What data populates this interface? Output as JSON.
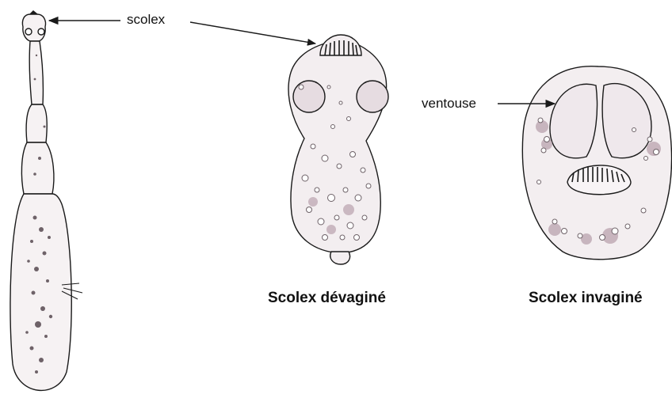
{
  "labels": {
    "scolex": "scolex",
    "ventouse": "ventouse",
    "scolex_devagine": "Scolex dévaginé",
    "scolex_invagine": "Scolex invaginé"
  },
  "colors": {
    "ink": "#1a1a1a",
    "body_fill": "#f3eef0",
    "speckle": "#8a7d84",
    "shade": "#b9a2ae"
  }
}
